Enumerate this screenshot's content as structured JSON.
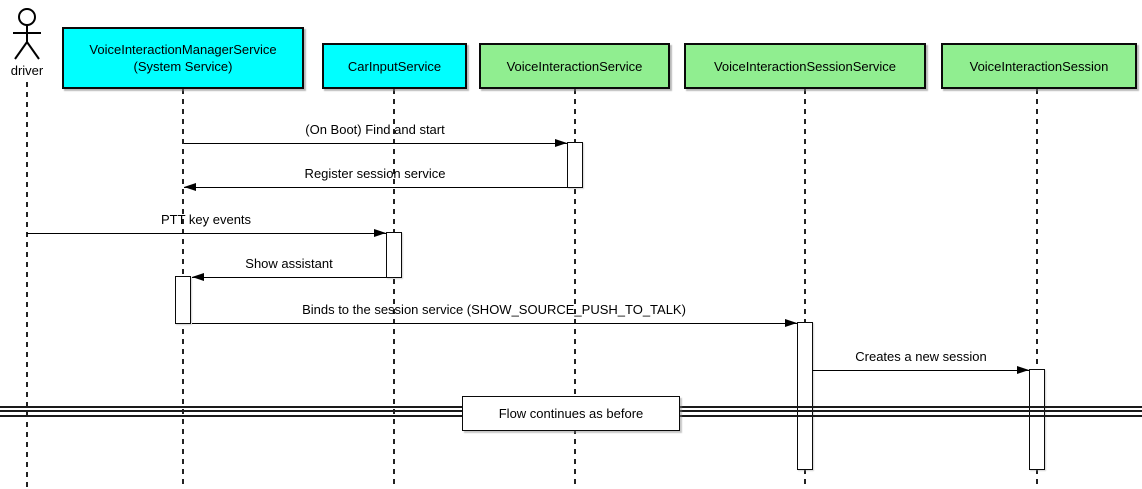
{
  "actor": {
    "label": "driver"
  },
  "participants": [
    {
      "label": "VoiceInteractionManagerService",
      "sublabel": "(System Service)",
      "fill": "#00FFFF"
    },
    {
      "label": "CarInputService",
      "fill": "#00FFFF"
    },
    {
      "label": "VoiceInteractionService",
      "fill": "#90EE90"
    },
    {
      "label": "VoiceInteractionSessionService",
      "fill": "#90EE90"
    },
    {
      "label": "VoiceInteractionSession",
      "fill": "#90EE90"
    }
  ],
  "messages": [
    {
      "label": "(On Boot) Find and start",
      "from": "VoiceInteractionManagerService",
      "to": "VoiceInteractionService"
    },
    {
      "label": "Register session service",
      "from": "VoiceInteractionService",
      "to": "VoiceInteractionManagerService"
    },
    {
      "label": "PTT key events",
      "from": "driver",
      "to": "CarInputService"
    },
    {
      "label": "Show assistant",
      "from": "CarInputService",
      "to": "VoiceInteractionManagerService"
    },
    {
      "label": "Binds to the session service (SHOW_SOURCE_PUSH_TO_TALK)",
      "from": "VoiceInteractionManagerService",
      "to": "VoiceInteractionSessionService"
    },
    {
      "label": "Creates a new session",
      "from": "VoiceInteractionSessionService",
      "to": "VoiceInteractionSession"
    }
  ],
  "divider": {
    "label": "Flow continues as before"
  },
  "colors": {
    "participant_cyan": "#00FFFF",
    "participant_green": "#90EE90",
    "line": "#000000",
    "background": "#FFFFFF"
  }
}
